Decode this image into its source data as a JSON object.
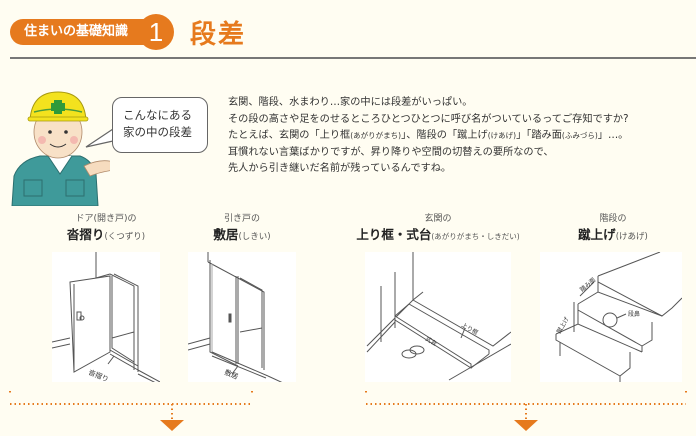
{
  "header": {
    "series_label": "住まいの基礎知識",
    "number": "1",
    "title": "段差"
  },
  "character": {
    "speech": [
      "こんなにある",
      "家の中の段差"
    ]
  },
  "intro": {
    "lines": [
      "玄関、階段、水まわり…家の中には段差がいっぱい。",
      "その段の高さや足をのせるところひとつひとつに呼び名がついているってご存知ですか?",
      "耳慣れない言葉ばかりですが、昇り降りや空間の切替えの要所なので、",
      "先人から引き継いだ名前が残っているんですね。"
    ],
    "line3": {
      "a": "たとえば、玄関の「上り框",
      "a_ruby": "(あがりがまち)",
      "b": "」、階段の「蹴上げ",
      "b_ruby": "(けあげ)",
      "c": "」「踏み面",
      "c_ruby": "(ふみづら)",
      "d": "」…。"
    }
  },
  "items": [
    {
      "sub": "ドア(開き戸)の",
      "title": "沓摺り",
      "reading": "(くつずり)",
      "label": "沓摺り"
    },
    {
      "sub": "引き戸の",
      "title": "敷居",
      "reading": "(しきい)",
      "label": "敷居"
    },
    {
      "sub": "玄関の",
      "title": "上り框・式台",
      "reading": "(あがりがまち・しきだい)",
      "labels": [
        "上り框",
        "式台"
      ]
    },
    {
      "sub": "階段の",
      "title": "蹴上げ",
      "reading": "(けあげ)",
      "labels": [
        "踏み面",
        "蹴上げ",
        "段鼻"
      ]
    }
  ],
  "colors": {
    "accent": "#e67a1e",
    "background": "#fffdf2",
    "rule": "#777777"
  }
}
